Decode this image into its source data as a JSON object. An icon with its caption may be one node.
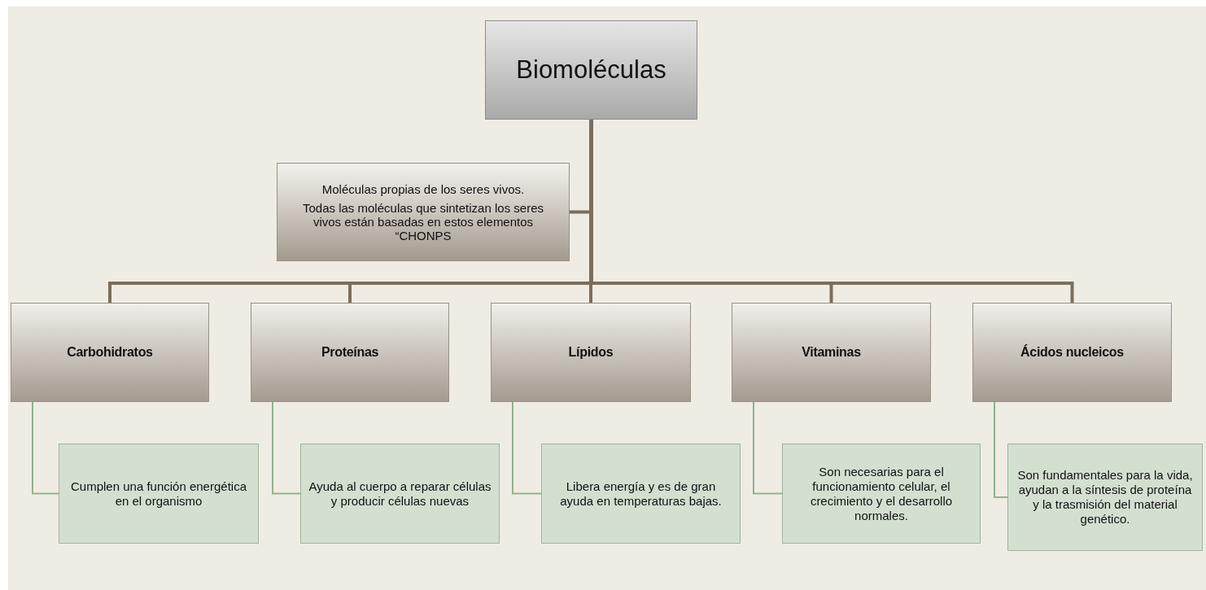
{
  "diagram": {
    "nodes": [
      {
        "text": [
          "Biomoléculas"
        ]
      },
      {
        "text": [
          "Moléculas propias de los seres vivos.",
          "Todas las moléculas que sintetizan los seres vivos están basadas en estos elementos “CHONPS"
        ]
      },
      {
        "text": [
          "Carbohidratos"
        ]
      },
      {
        "text": [
          "Proteínas"
        ]
      },
      {
        "text": [
          "Lípidos"
        ]
      },
      {
        "text": [
          "Vitaminas"
        ]
      },
      {
        "text": [
          "Ácidos nucleicos"
        ]
      },
      {
        "text": [
          "Cumplen una función energética en el organismo"
        ]
      },
      {
        "text": [
          "Ayuda al cuerpo a reparar células y producir células nuevas"
        ]
      },
      {
        "text": [
          "Libera energía y es de gran ayuda en temperaturas bajas."
        ]
      },
      {
        "text": [
          "Son necesarias para el funcionamiento celular, el crecimiento y el desarrollo normales."
        ]
      },
      {
        "text": [
          "Son fundamentales para la vida, ayudan a la síntesis de proteína y la trasmisión del material genético."
        ]
      }
    ],
    "edges": [
      {
        "from": 0,
        "to": 1,
        "arrow": "none"
      },
      {
        "from": 0,
        "to": 2,
        "arrow": "none"
      },
      {
        "from": 0,
        "to": 3,
        "arrow": "none"
      },
      {
        "from": 0,
        "to": 4,
        "arrow": "none"
      },
      {
        "from": 0,
        "to": 5,
        "arrow": "none"
      },
      {
        "from": 0,
        "to": 6,
        "arrow": "none"
      },
      {
        "from": 2,
        "to": 7,
        "arrow": "none",
        "color": "#8fb38f"
      },
      {
        "from": 3,
        "to": 8,
        "arrow": "none",
        "color": "#8fb38f"
      },
      {
        "from": 4,
        "to": 9,
        "arrow": "none",
        "color": "#8fb38f"
      },
      {
        "from": 5,
        "to": 10,
        "arrow": "none",
        "color": "#8fb38f"
      },
      {
        "from": 6,
        "to": 11,
        "arrow": "none",
        "color": "#8fb38f"
      }
    ]
  }
}
